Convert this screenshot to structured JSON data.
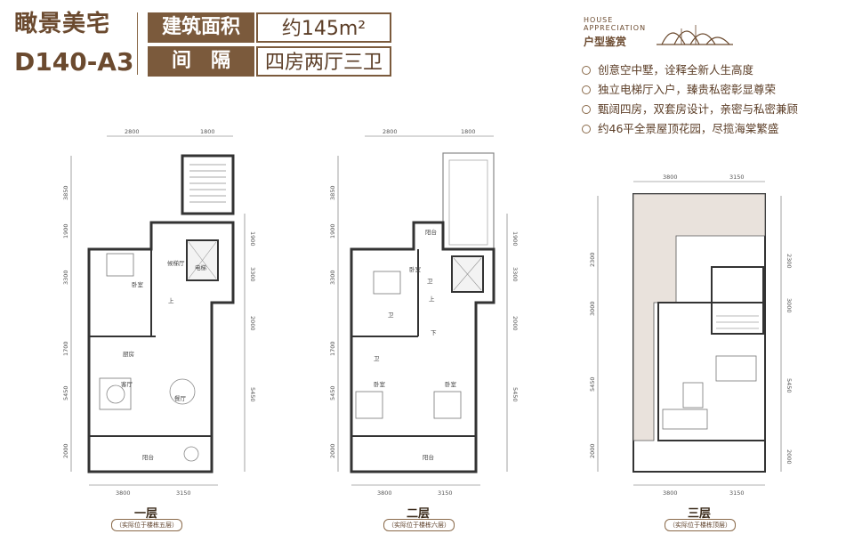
{
  "header": {
    "project": "瞰景美宅",
    "code": "D140-A3",
    "area_label": "建筑面积",
    "area_value": "约145m²",
    "layout_label": "间　隔",
    "layout_value": "四房两厅三卫"
  },
  "brand": {
    "line1": "HOUSE",
    "line2": "APPRECIATION",
    "title": "户型鉴赏"
  },
  "features": [
    "创意空中墅，诠释全新人生高度",
    "独立电梯厅入户，臻贵私密彰显尊荣",
    "甄阔四房，双套房设计，亲密与私密兼顾",
    "约46平全景屋顶花园，尽揽海棠繁盛"
  ],
  "floors": [
    {
      "label": "一层",
      "note": "（实际位于楼栋五层）",
      "top_dims": [
        "2800",
        "1800"
      ],
      "bottom_dims": [
        "3800",
        "3150"
      ],
      "left_dims": [
        "3850",
        "1900",
        "3300",
        "1700",
        "5450",
        "2000"
      ],
      "right_dims": [
        "1900",
        "3300",
        "2000",
        "5450"
      ],
      "rooms": [
        "候梯厅",
        "电梯",
        "卧室",
        "厨房",
        "客厅",
        "餐厅",
        "阳台",
        "上"
      ]
    },
    {
      "label": "二层",
      "note": "（实际位于楼栋六层）",
      "top_dims": [
        "2800",
        "1800"
      ],
      "bottom_dims": [
        "3800",
        "3150"
      ],
      "left_dims": [
        "3850",
        "1900",
        "3300",
        "1700",
        "5450",
        "2000"
      ],
      "right_dims": [
        "1900",
        "3300",
        "2000",
        "5450"
      ],
      "rooms": [
        "卧室",
        "卫",
        "卧室",
        "卧室",
        "卫",
        "阳台",
        "阳台",
        "上",
        "下",
        "卫"
      ]
    },
    {
      "label": "三层",
      "note": "（实际位于楼栋顶层）",
      "top_dims": [
        "3800",
        "3150"
      ],
      "bottom_dims": [
        "3800",
        "3150"
      ],
      "left_dims": [
        "2300",
        "3000",
        "5450",
        "2000"
      ],
      "right_dims": [
        "2300",
        "3000",
        "5450",
        "2000"
      ],
      "rooms": []
    }
  ],
  "colors": {
    "brand_brown": "#7b5a3c",
    "text_brown": "#6b4a2f"
  }
}
